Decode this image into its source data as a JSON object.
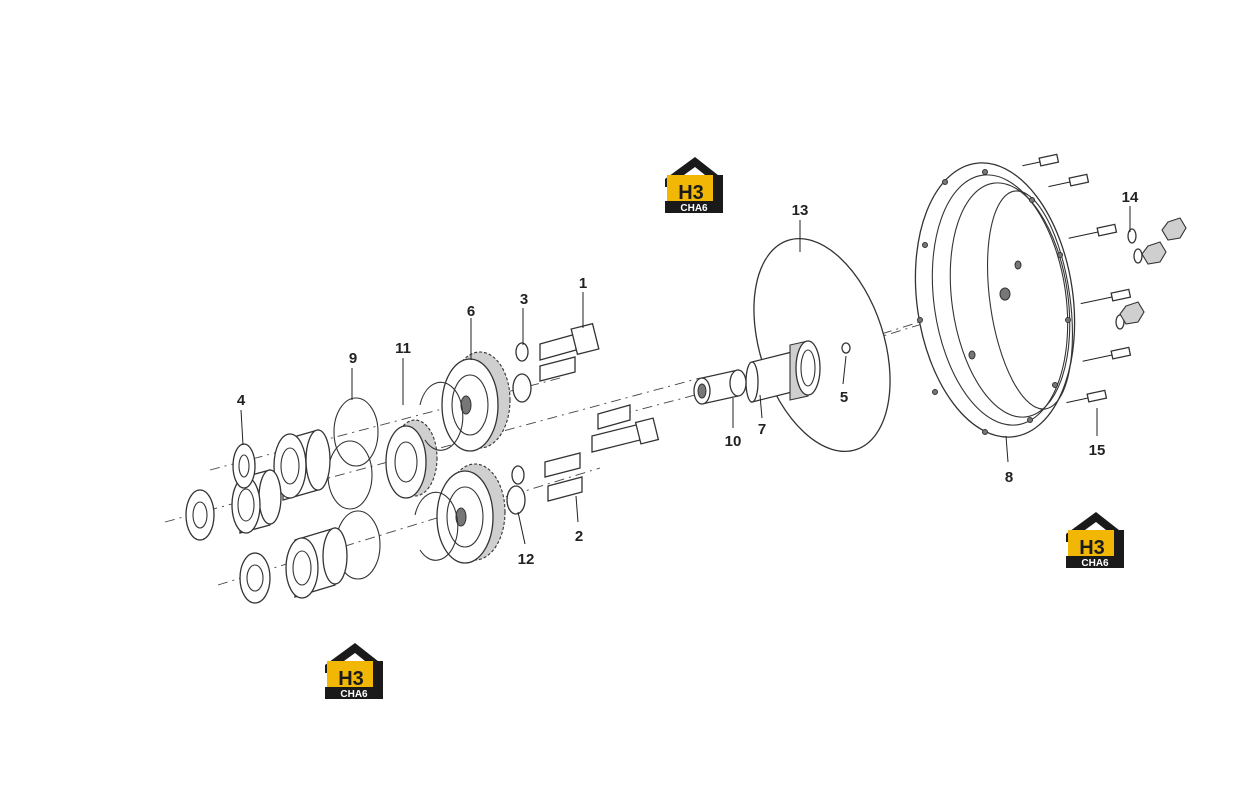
{
  "diagram": {
    "callouts": [
      {
        "id": "c1",
        "label": "1"
      },
      {
        "id": "c2",
        "label": "2"
      },
      {
        "id": "c3",
        "label": "3"
      },
      {
        "id": "c4",
        "label": "4"
      },
      {
        "id": "c5",
        "label": "5"
      },
      {
        "id": "c6",
        "label": "6"
      },
      {
        "id": "c7",
        "label": "7"
      },
      {
        "id": "c8",
        "label": "8"
      },
      {
        "id": "c9",
        "label": "9"
      },
      {
        "id": "c10",
        "label": "10"
      },
      {
        "id": "c11",
        "label": "11"
      },
      {
        "id": "c12",
        "label": "12"
      },
      {
        "id": "c13",
        "label": "13"
      },
      {
        "id": "c14",
        "label": "14"
      },
      {
        "id": "c15",
        "label": "15"
      }
    ]
  },
  "watermark": {
    "top_text": "H3",
    "bottom_text": "CHA6",
    "colors": {
      "yellow": "#f2b705",
      "black": "#1a1a1a"
    }
  }
}
